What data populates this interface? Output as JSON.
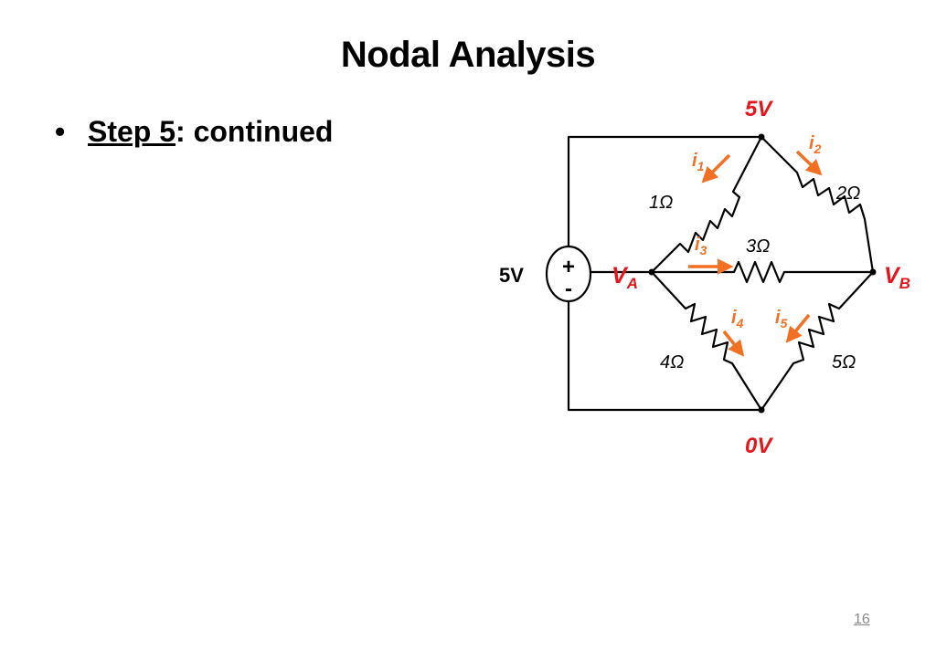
{
  "slide": {
    "title": "Nodal Analysis",
    "bullet": {
      "step_label": "Step 5",
      "rest": ": continued"
    },
    "page_number": "16"
  },
  "circuit": {
    "source_value": "5V",
    "source_plus": "+",
    "source_minus": "-",
    "node_top": "5V",
    "node_bottom": "0V",
    "node_a": {
      "main": "V",
      "sub": "A"
    },
    "node_b": {
      "main": "V",
      "sub": "B"
    },
    "resistors": {
      "r1": "1Ω",
      "r2": "2Ω",
      "r3": "3Ω",
      "r4": "4Ω",
      "r5": "5Ω"
    },
    "currents": {
      "i1": {
        "main": "i",
        "sub": "1"
      },
      "i2": {
        "main": "i",
        "sub": "2"
      },
      "i3": {
        "main": "i",
        "sub": "3"
      },
      "i4": {
        "main": "i",
        "sub": "4"
      },
      "i5": {
        "main": "i",
        "sub": "5"
      }
    },
    "colors": {
      "wire": "#000000",
      "node_label": "#e8141b",
      "current": "#f36f21"
    }
  }
}
